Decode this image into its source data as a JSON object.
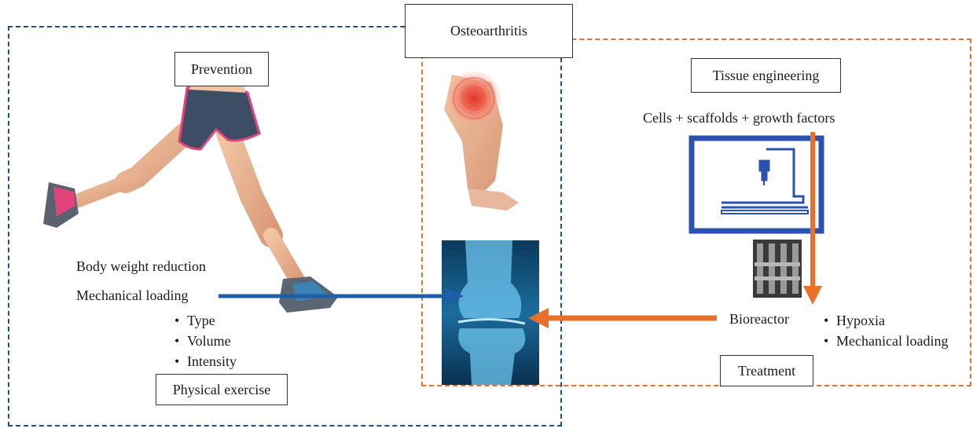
{
  "title": "Osteoarthritis",
  "prevention": {
    "heading": "Prevention",
    "line1": "Body weight reduction",
    "line2": "Mechanical loading",
    "bullets": [
      "Type",
      "Volume",
      "Intensity"
    ],
    "footer": "Physical exercise"
  },
  "treatment": {
    "heading": "Tissue engineering",
    "components": "Cells + scaffolds + growth factors",
    "bioreactor": "Bioreactor",
    "bullets": [
      "Hypoxia",
      "Mechanical loading"
    ],
    "footer": "Treatment"
  },
  "colors": {
    "blue": "#1f5fa8",
    "orange": "#e8702a",
    "printer_blue": "#2b52b0"
  }
}
